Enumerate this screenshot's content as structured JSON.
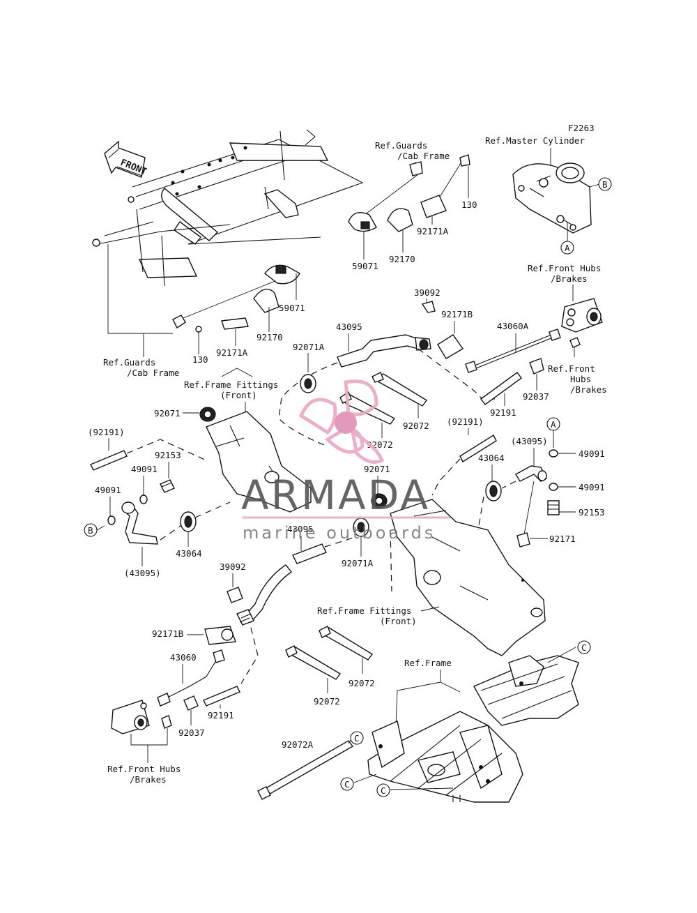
{
  "figure_code": "F2263",
  "front_label": "FRONT",
  "refs": {
    "master_cylinder": "Ref.Master Cylinder",
    "guards_top_1": "Ref.Guards",
    "guards_top_2": "/Cab Frame",
    "guards_left_1": "Ref.Guards",
    "guards_left_2": "/Cab Frame",
    "frame_fittings_a_1": "Ref.Frame Fittings",
    "frame_fittings_a_2": "(Front)",
    "frame_fittings_b_1": "Ref.Frame Fittings",
    "frame_fittings_b_2": "(Front)",
    "front_hubs_top_1": "Ref.Front Hubs",
    "front_hubs_top_2": "/Brakes",
    "front_hubs_right_1": "Ref.Front",
    "front_hubs_right_2": "Hubs",
    "front_hubs_right_3": "/Brakes",
    "front_hubs_bottom_1": "Ref.Front Hubs",
    "front_hubs_bottom_2": "/Brakes",
    "frame": "Ref.Frame"
  },
  "callouts": {
    "a": "A",
    "b": "B",
    "c": "C"
  },
  "parts": {
    "p130": "130",
    "p59071": "59071",
    "p92170": "92170",
    "p92171A": "92171A",
    "p39092": "39092",
    "p92171B": "92171B",
    "p43095": "43095",
    "p92071A": "92071A",
    "p43060A": "43060A",
    "p92037": "92037",
    "p92191": "92191",
    "p92191_paren": "(92191)",
    "p92071": "92071",
    "p92072": "92072",
    "p92153": "92153",
    "p49091": "49091",
    "p43064": "43064",
    "p43095_paren": "(43095)",
    "p92171": "92171",
    "p43060": "43060",
    "p92072A": "92072A"
  },
  "watermark": {
    "brand": "ARMADA",
    "tagline": "marine outboards",
    "colors": {
      "propeller": "#e8a9c4",
      "hub": "#e08fb4",
      "text": "#555555"
    }
  }
}
